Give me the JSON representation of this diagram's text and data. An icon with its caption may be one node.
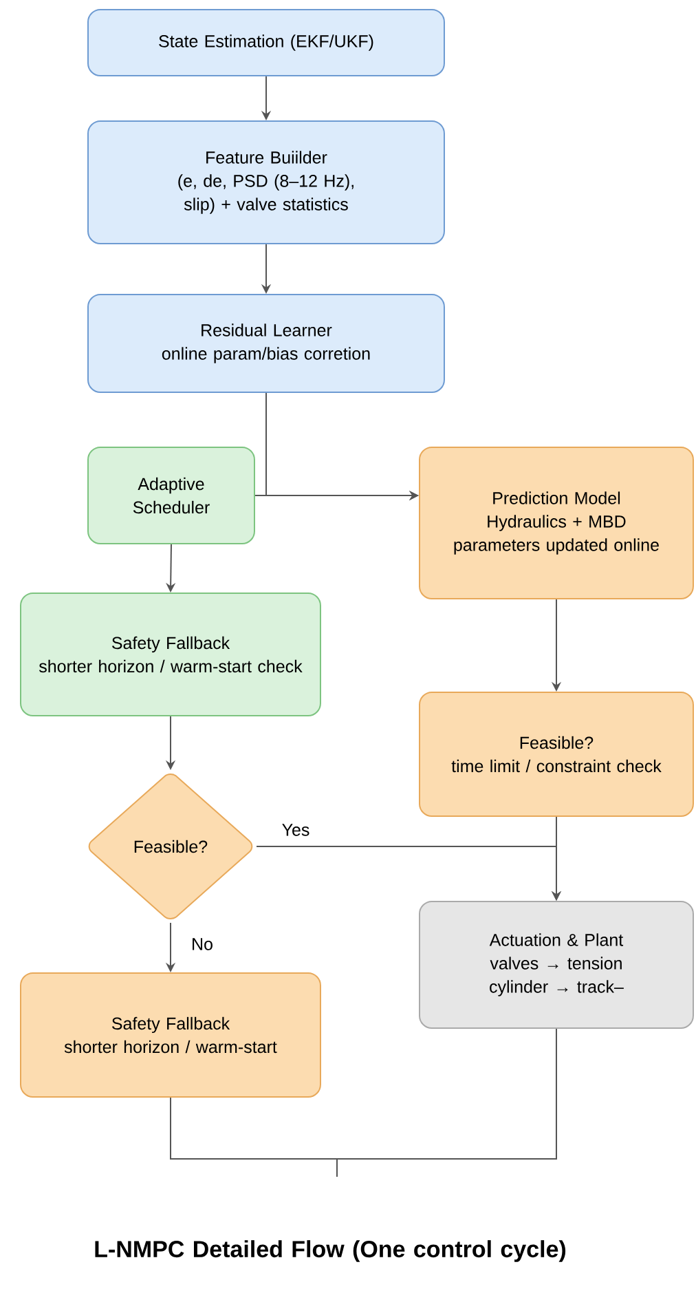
{
  "diagram": {
    "title": "L-NMPC Detailed Flow (One control cycle)",
    "nodes": [
      {
        "text": [
          "State Estimation (EKF/UKF)"
        ]
      },
      {
        "text": [
          "Feature Buiilder",
          "(e, de, PSD (8–12 Hz), slip) + valve statistics"
        ]
      },
      {
        "text": [
          "Residual Learner",
          "online param/bias corretion"
        ]
      },
      {
        "text": [
          "Adaptive Scheduler"
        ]
      },
      {
        "text": [
          "Safety Fallback",
          "shorter horizon / warm-start check"
        ]
      },
      {
        "text": [
          "Feasible?"
        ]
      },
      {
        "text": [
          "Prediction Model",
          "Hydraulics + MBD parameters updated online"
        ]
      },
      {
        "text": [
          "Feasible?",
          "time limit / constraint check"
        ]
      },
      {
        "text": [
          "Actuation & Plant",
          "valves → tension cylinder → track–"
        ]
      },
      {
        "text": [
          "Safety Fallback",
          "shorter horizon / warm-start"
        ]
      }
    ],
    "edges": [
      {
        "from": 0,
        "to": 1,
        "arrow": "to"
      },
      {
        "from": 1,
        "to": 2,
        "arrow": "to"
      },
      {
        "from": 2,
        "to": 6,
        "arrow": "to"
      },
      {
        "from": 3,
        "to": 6,
        "arrow": "to"
      },
      {
        "from": 3,
        "to": 4,
        "arrow": "to"
      },
      {
        "from": 4,
        "to": 5,
        "arrow": "to"
      },
      {
        "from": 5,
        "to": 8,
        "arrow": "to",
        "label": "Yes"
      },
      {
        "from": 6,
        "to": 7,
        "arrow": "to"
      },
      {
        "from": 7,
        "to": 8,
        "arrow": "to"
      },
      {
        "from": 5,
        "to": 9,
        "arrow": "to",
        "label": "No"
      },
      {
        "from": 9,
        "to": null,
        "arrow": "none"
      },
      {
        "from": 8,
        "to": null,
        "arrow": "none"
      }
    ]
  }
}
